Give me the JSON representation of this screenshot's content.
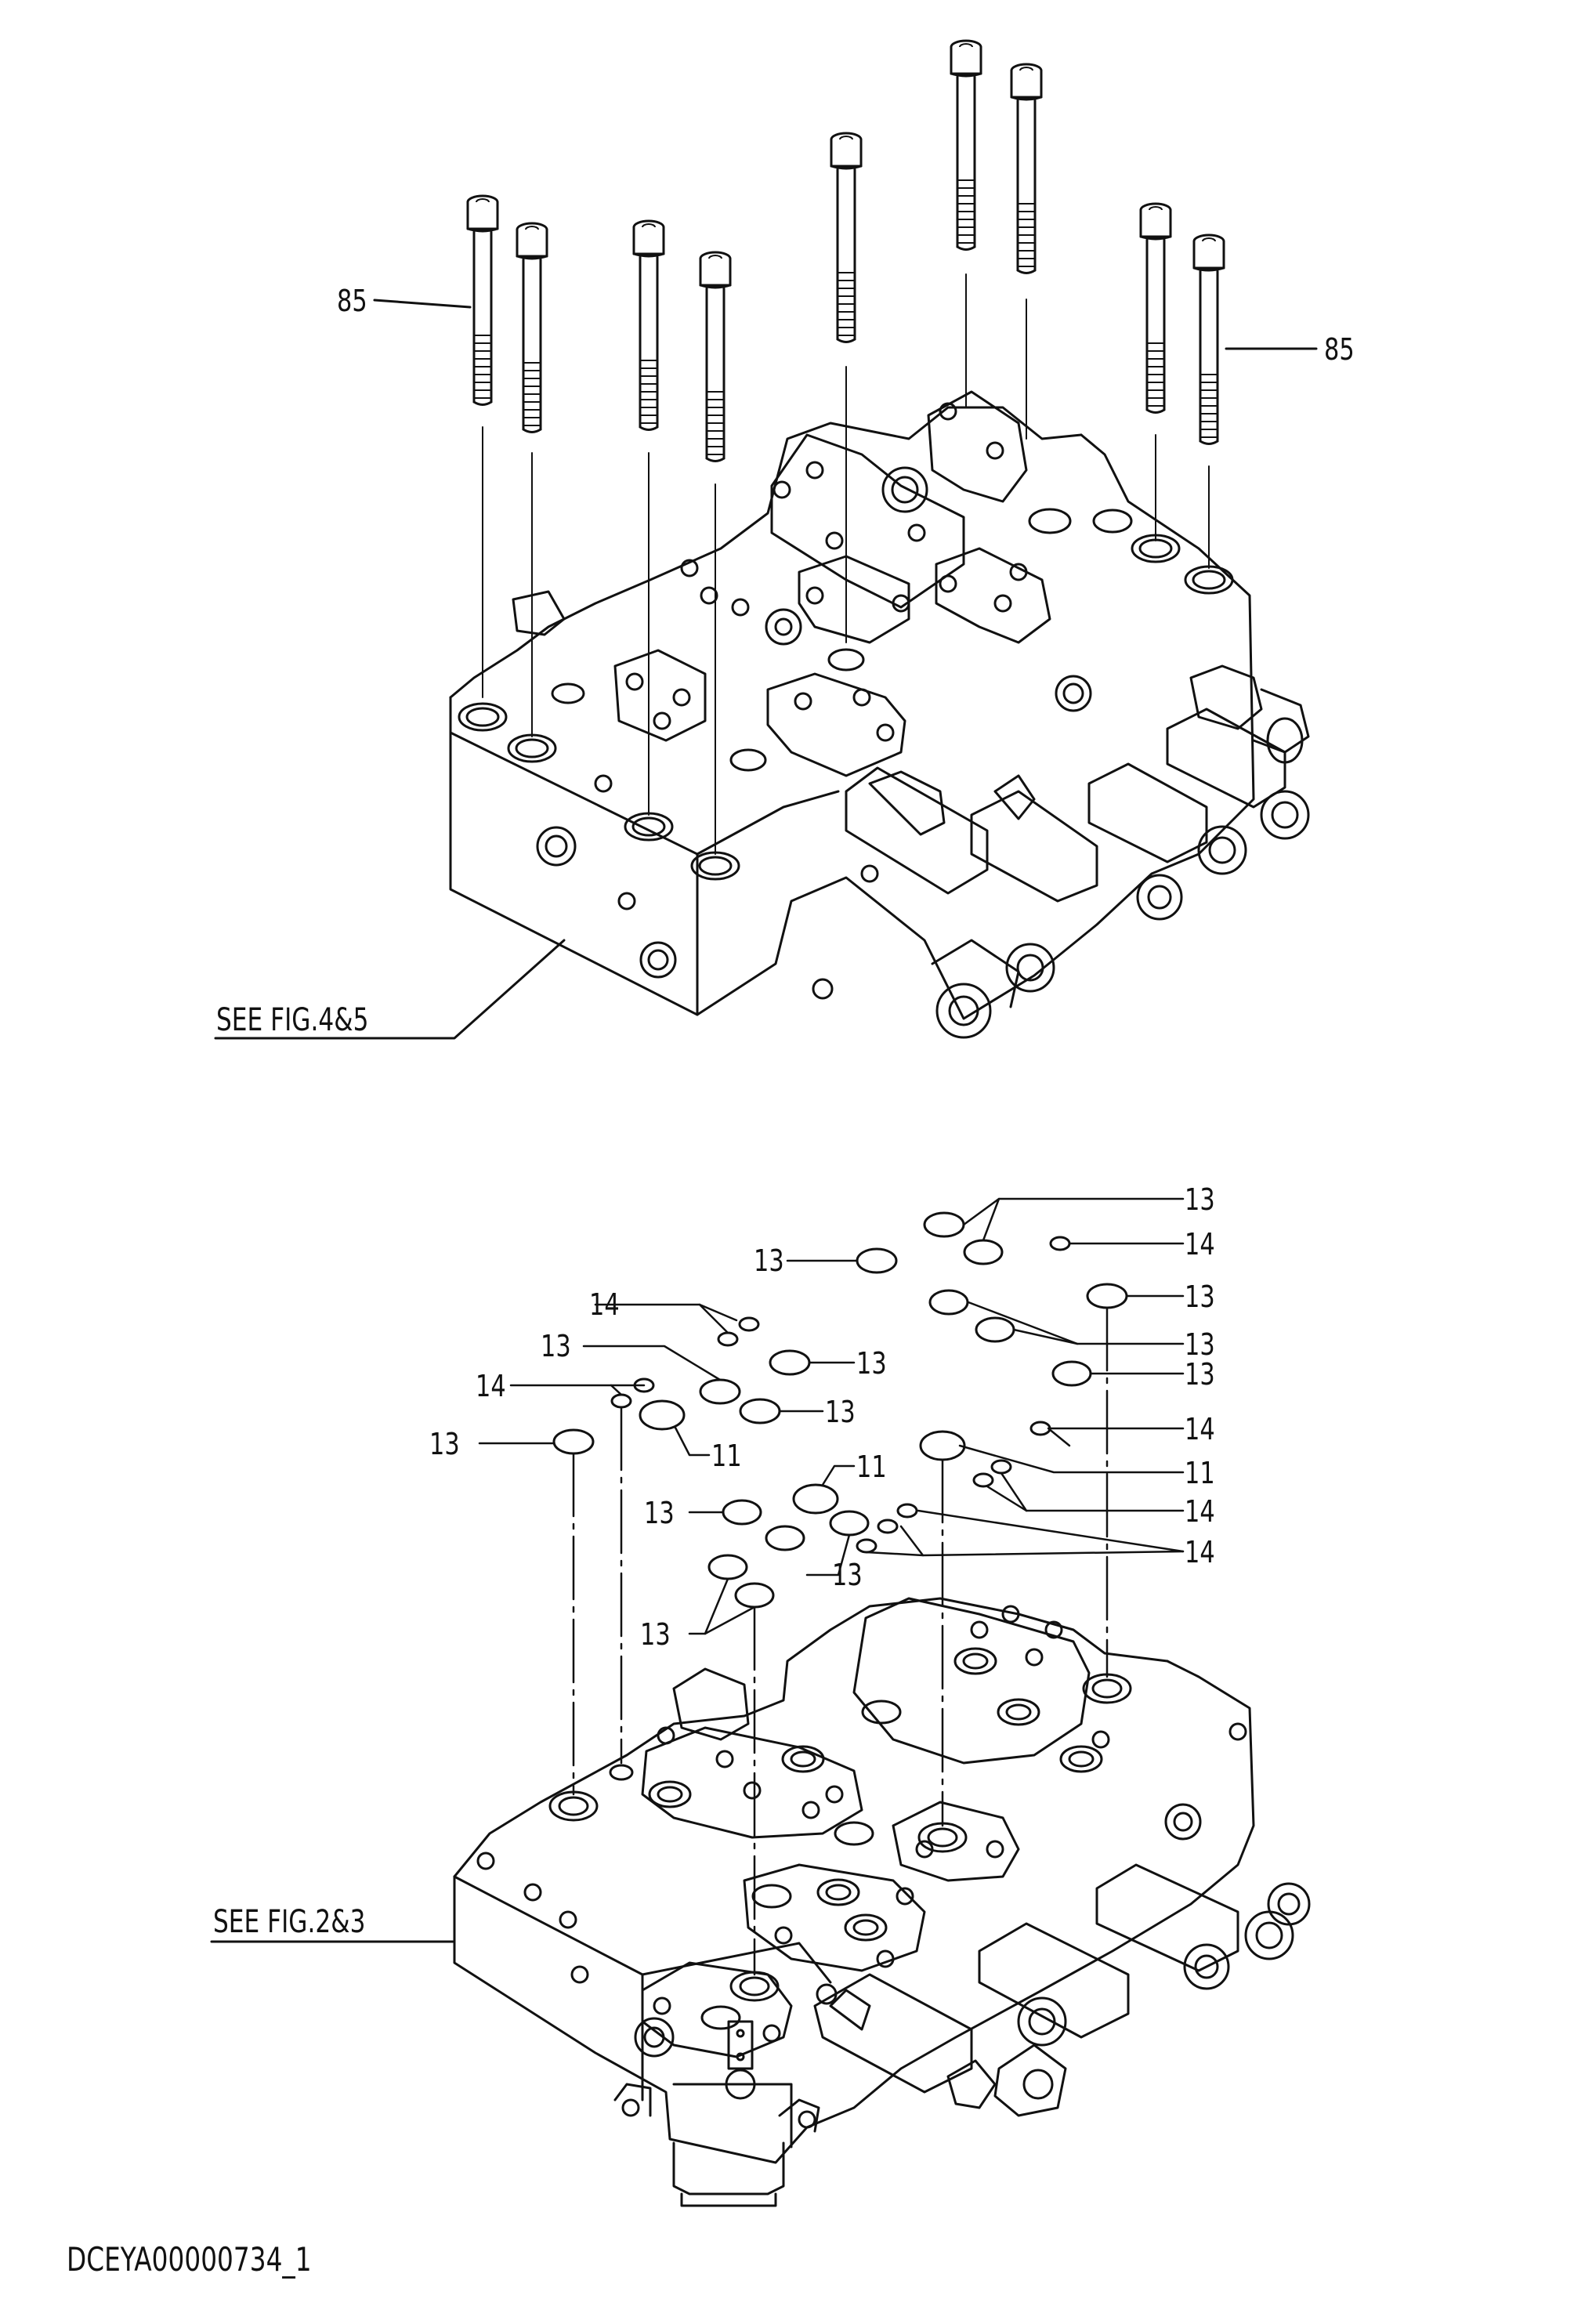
{
  "figure_1": {
    "part_labels": [
      "85",
      "85"
    ],
    "reference": "SEE FIG.4&5"
  },
  "figure_2": {
    "part_labels": [
      "13",
      "14",
      "13",
      "13",
      "14",
      "13",
      "13",
      "13",
      "13",
      "14",
      "13",
      "13",
      "14",
      "11",
      "11",
      "11",
      "13",
      "14",
      "14",
      "13",
      "13"
    ],
    "reference": "SEE FIG.2&3"
  },
  "drawing_code": "DCEYA00000734_1"
}
